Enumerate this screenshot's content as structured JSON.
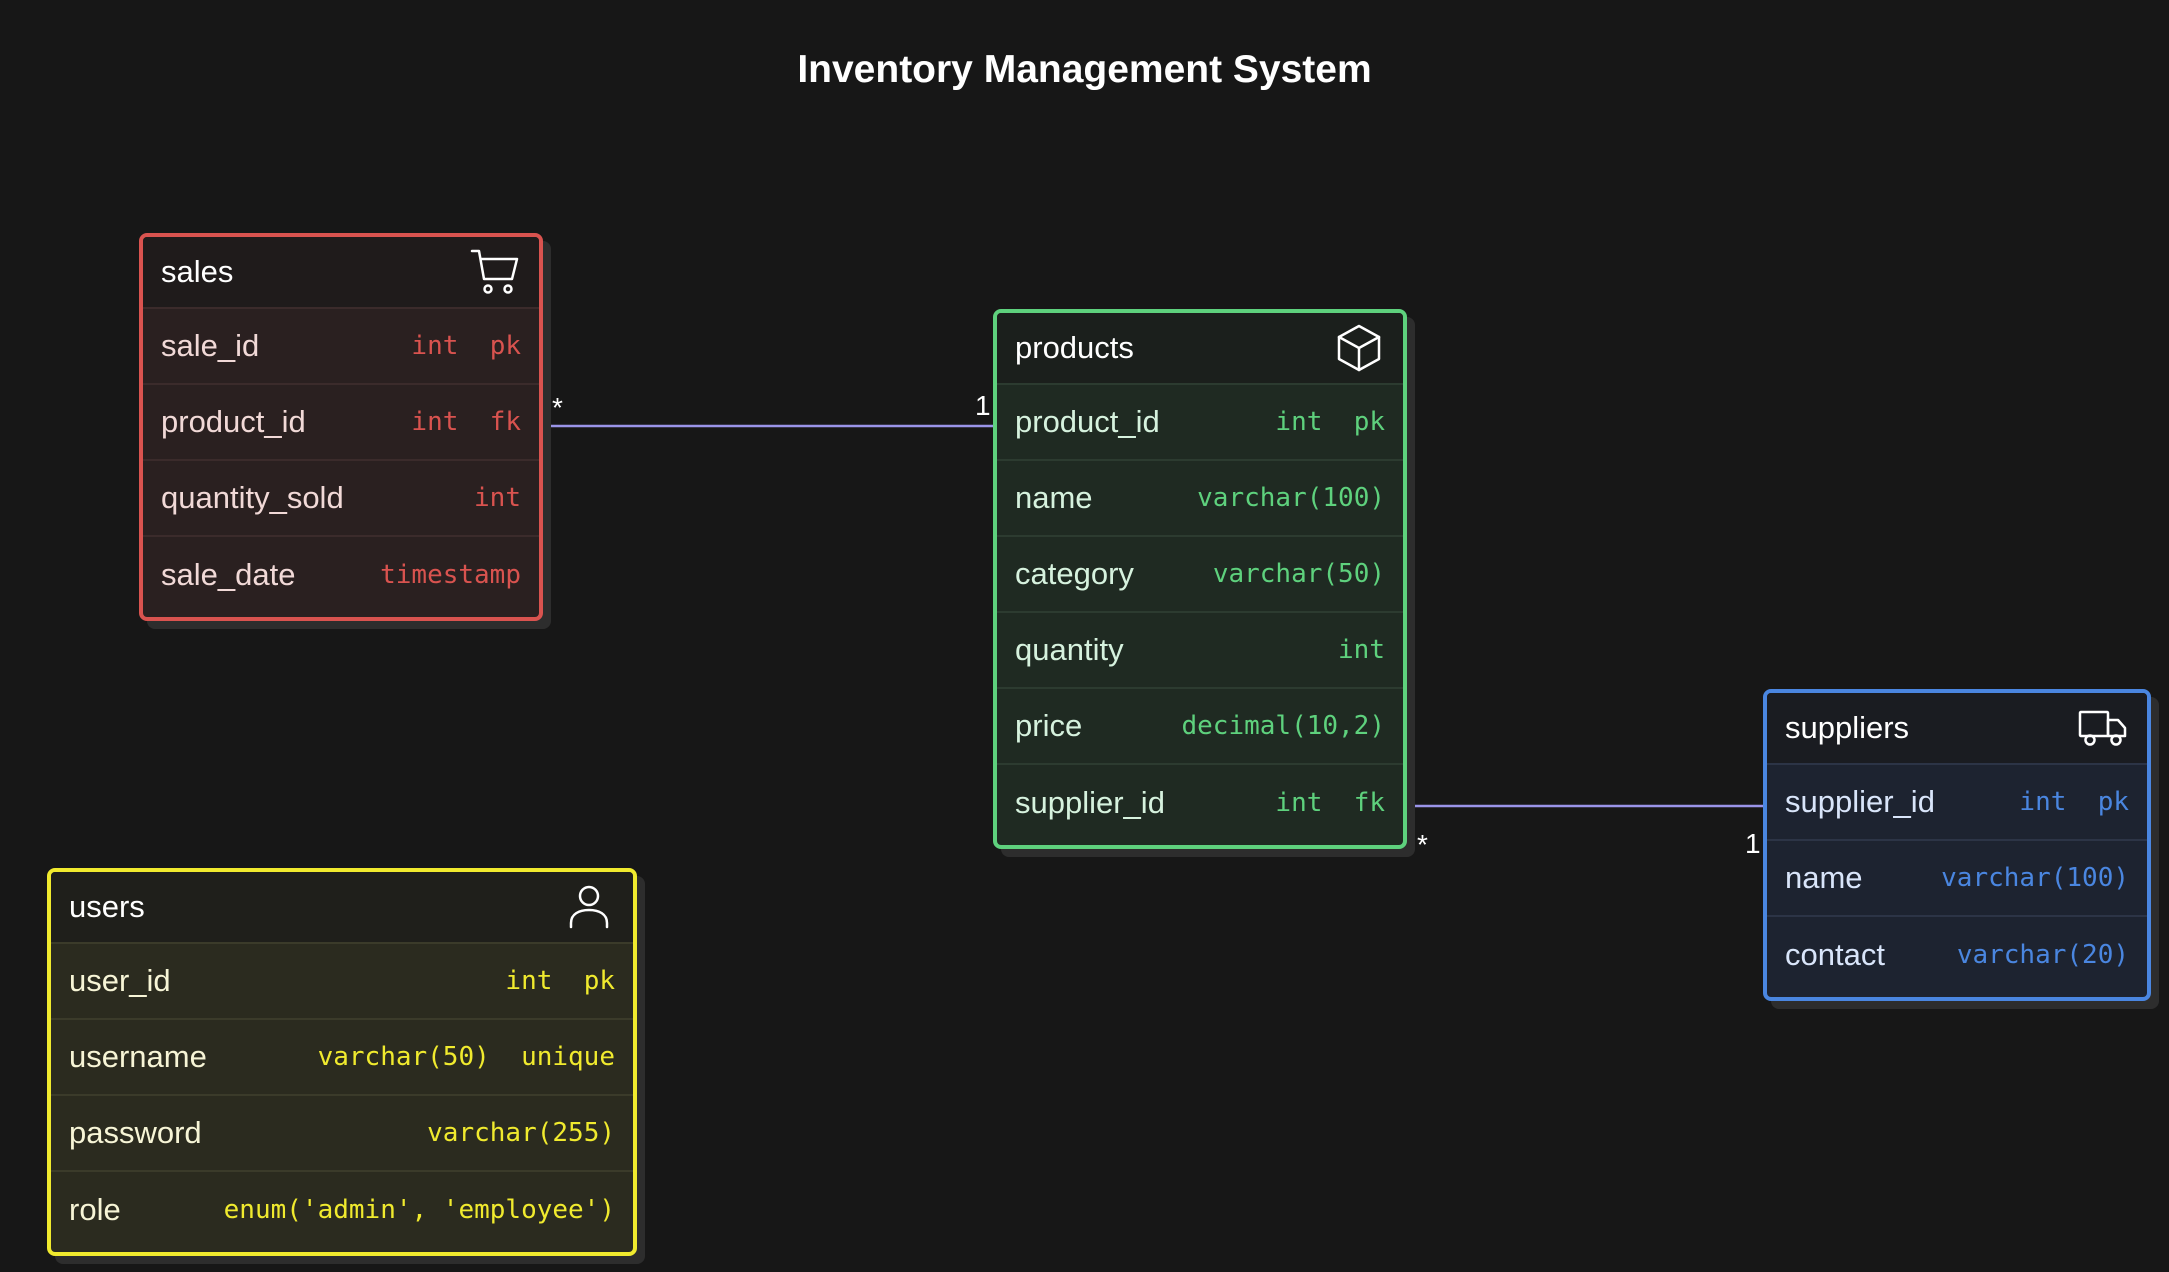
{
  "title": "Inventory Management System",
  "colors": {
    "background": "#171717",
    "relationship_line": "#9a94e8",
    "sales": "#d9534f",
    "products": "#5ed17d",
    "suppliers": "#4a86e0",
    "users": "#f0ea2e"
  },
  "entities": {
    "sales": {
      "name": "sales",
      "icon": "shopping-cart-icon",
      "columns": [
        {
          "name": "sale_id",
          "type": "int  pk"
        },
        {
          "name": "product_id",
          "type": "int  fk"
        },
        {
          "name": "quantity_sold",
          "type": "int"
        },
        {
          "name": "sale_date",
          "type": "timestamp"
        }
      ]
    },
    "products": {
      "name": "products",
      "icon": "box-icon",
      "columns": [
        {
          "name": "product_id",
          "type": "int  pk"
        },
        {
          "name": "name",
          "type": "varchar(100)"
        },
        {
          "name": "category",
          "type": "varchar(50)"
        },
        {
          "name": "quantity",
          "type": "int"
        },
        {
          "name": "price",
          "type": "decimal(10,2)"
        },
        {
          "name": "supplier_id",
          "type": "int  fk"
        }
      ]
    },
    "suppliers": {
      "name": "suppliers",
      "icon": "truck-icon",
      "columns": [
        {
          "name": "supplier_id",
          "type": "int  pk"
        },
        {
          "name": "name",
          "type": "varchar(100)"
        },
        {
          "name": "contact",
          "type": "varchar(20)"
        }
      ]
    },
    "users": {
      "name": "users",
      "icon": "user-icon",
      "columns": [
        {
          "name": "user_id",
          "type": "int  pk"
        },
        {
          "name": "username",
          "type": "varchar(50)  unique"
        },
        {
          "name": "password",
          "type": "varchar(255)"
        },
        {
          "name": "role",
          "type": "enum('admin', 'employee')"
        }
      ]
    }
  },
  "relationships": [
    {
      "from": "sales.product_id",
      "to": "products.product_id",
      "from_card": "*",
      "to_card": "1"
    },
    {
      "from": "products.supplier_id",
      "to": "suppliers.supplier_id",
      "from_card": "*",
      "to_card": "1"
    }
  ]
}
